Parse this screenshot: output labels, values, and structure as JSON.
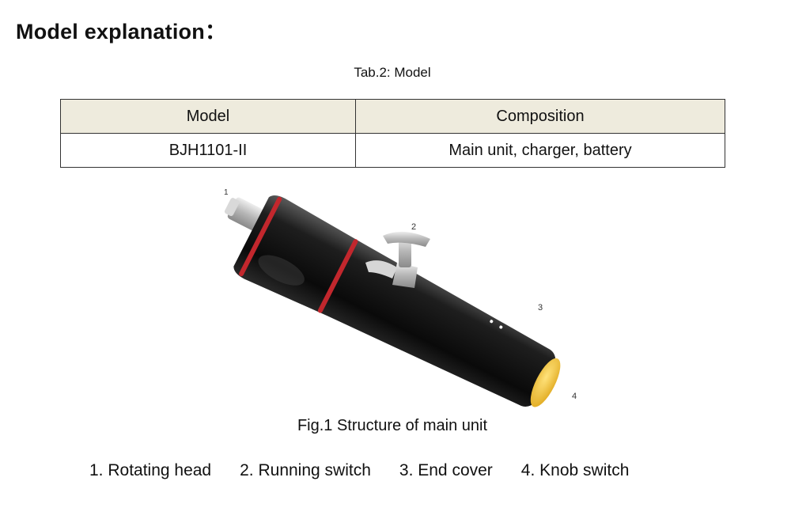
{
  "heading": "Model explanation：",
  "table": {
    "caption": "Tab.2: Model",
    "headers": [
      "Model",
      "Composition"
    ],
    "rows": [
      [
        "BJH1101-II",
        "Main unit, charger, battery"
      ]
    ]
  },
  "figure": {
    "callouts": [
      "1",
      "2",
      "3",
      "4"
    ],
    "caption": "Fig.1 Structure of main unit",
    "colors": {
      "body": "#141414",
      "ring": "#c2272d",
      "knob": "#f2c53a",
      "metal": "#c9c9c9"
    }
  },
  "parts": [
    "1. Rotating head",
    "2. Running switch",
    "3. End cover",
    "4. Knob switch"
  ]
}
